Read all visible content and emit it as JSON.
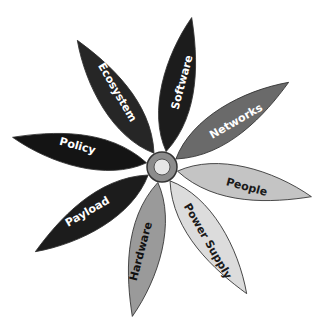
{
  "diagram": {
    "nodes": [
      {
        "text": [
          "Software"
        ]
      },
      {
        "text": [
          "Networks"
        ]
      },
      {
        "text": [
          "People"
        ]
      },
      {
        "text": [
          "Power Supply"
        ]
      },
      {
        "text": [
          "Hardware"
        ]
      },
      {
        "text": [
          "Payload"
        ]
      },
      {
        "text": [
          "Policy"
        ]
      },
      {
        "text": [
          "Ecosystem"
        ]
      }
    ]
  }
}
